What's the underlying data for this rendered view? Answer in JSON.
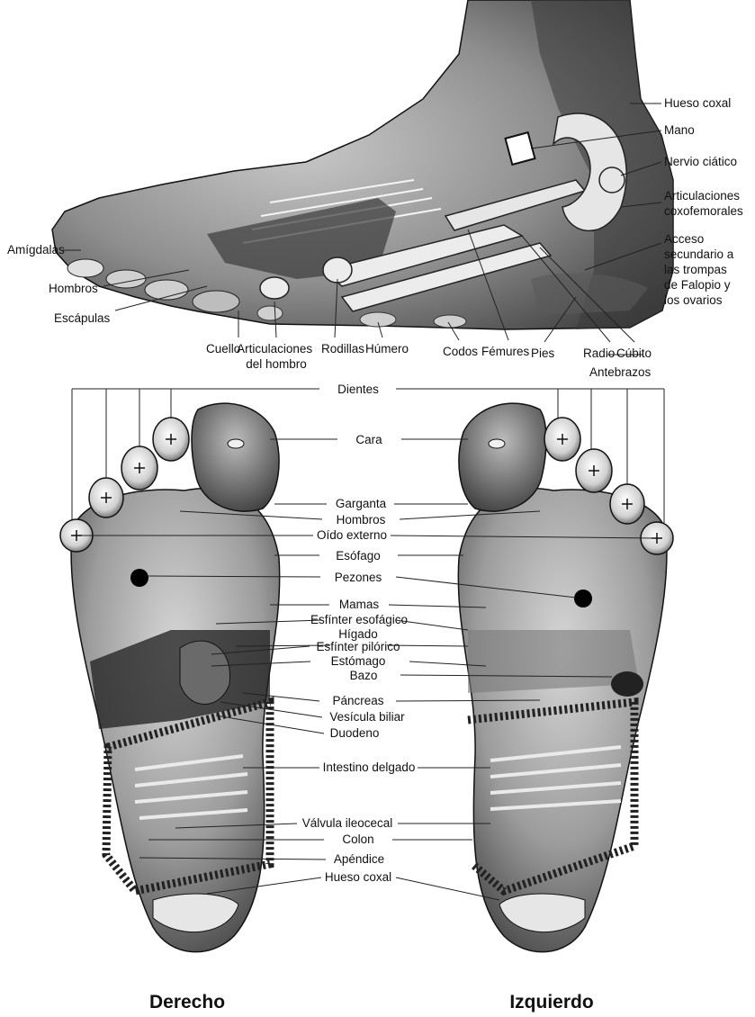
{
  "side_view": {
    "labels": {
      "hueso_coxal": "Hueso coxal",
      "mano": "Mano",
      "nervio_ciatico": "Nervio ciático",
      "articulaciones_coxofemorales": [
        "Articulaciones",
        "coxofemorales"
      ],
      "acceso_trompas": [
        "Acceso",
        "secundario a",
        "las trompas",
        "de Falopio y",
        "los ovarios"
      ],
      "amigdalas": "Amígdalas",
      "hombros": "Hombros",
      "escapulas": "Escápulas",
      "cuello": "Cuello",
      "articulaciones_hombro": [
        "Articulaciones",
        "del hombro"
      ],
      "rodillas": "Rodillas",
      "humero": "Húmero",
      "codos": "Codos",
      "femures": "Fémures",
      "pies": "Pies",
      "radio": "Radio",
      "cubito": "Cúbito",
      "antebrazos": "Antebrazos"
    }
  },
  "sole_view": {
    "labels": {
      "dientes": "Dientes",
      "cara": "Cara",
      "garganta": "Garganta",
      "hombros": "Hombros",
      "oido_externo": "Oído externo",
      "esofago": "Esófago",
      "pezones": "Pezones",
      "mamas": "Mamas",
      "esfinter_esofagico": "Esfínter esofágico",
      "higado": "Hígado",
      "esfinter_pilorico": "Esfínter pilórico",
      "estomago": "Estómago",
      "bazo": "Bazo",
      "pancreas": "Páncreas",
      "vesicula_biliar": "Vesícula biliar",
      "duodeno": "Duodeno",
      "intestino_delgado": "Intestino delgado",
      "valvula_ileocecal": "Válvula ileocecal",
      "colon": "Colon",
      "apendice": "Apéndice",
      "hueso_coxal": "Hueso coxal"
    },
    "captions": {
      "right": "Derecho",
      "left": "Izquierdo"
    }
  },
  "colors": {
    "skin_dark": "#3a3a3a",
    "skin_mid": "#8a8a8a",
    "skin_light": "#d8d8d8",
    "outline": "#111111",
    "nipple": "#000000"
  }
}
